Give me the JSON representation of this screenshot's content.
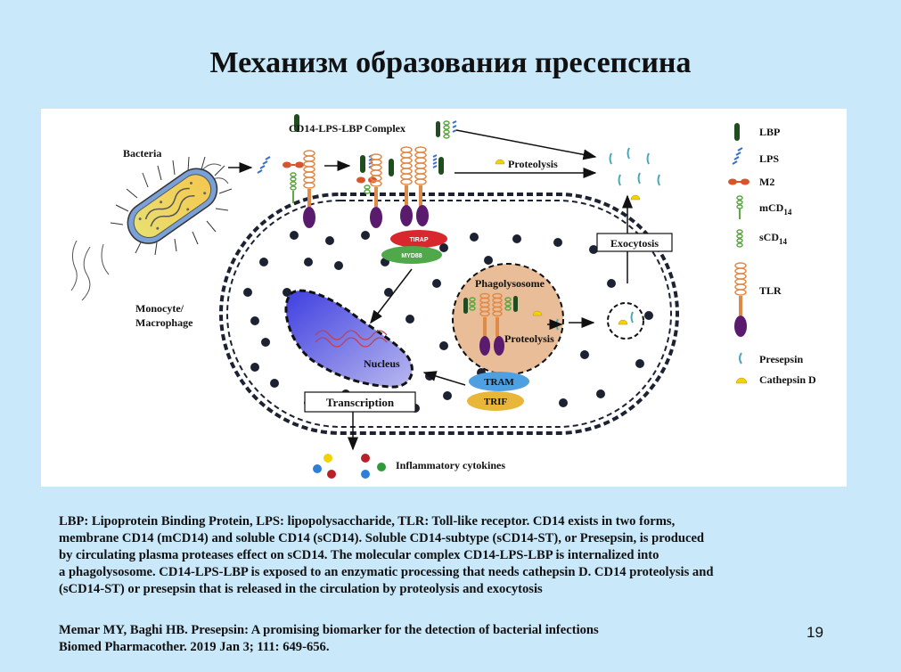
{
  "slide": {
    "title": "Механизм образования пресепсина",
    "page_number": "19"
  },
  "diagram": {
    "labels": {
      "complex": "CD14-LPS-LBP Complex",
      "bacteria": "Bacteria",
      "proteolysis_top": "Proteolysis",
      "exocytosis": "Exocytosis",
      "tirap": "TIRAP",
      "myd88": "MYD88",
      "phagolysosome": "Phagolysosome",
      "proteolysis_inner": "Proteolysis",
      "monocyte_line1": "Monocyte/",
      "monocyte_line2": "Macrophage",
      "nucleus": "Nucleus",
      "tram": "TRAM",
      "trif": "TRIF",
      "transcription": "Transcription",
      "cytokines": "Inflammatory  cytokines"
    },
    "legend": [
      {
        "id": "lbp",
        "label": "LBP",
        "sub": ""
      },
      {
        "id": "lps",
        "label": "LPS",
        "sub": ""
      },
      {
        "id": "m2",
        "label": "M2",
        "sub": ""
      },
      {
        "id": "mcd14",
        "label": "mCD",
        "sub": "14"
      },
      {
        "id": "scd14",
        "label": "sCD",
        "sub": "14"
      },
      {
        "id": "tlr",
        "label": "TLR",
        "sub": ""
      },
      {
        "id": "presepsin",
        "label": "Presepsin",
        "sub": ""
      },
      {
        "id": "cathepsin",
        "label": "Cathepsin D",
        "sub": ""
      }
    ],
    "colors": {
      "lbp": "#1f4d1f",
      "lps": "#3a6fc4",
      "m2": "#d9542b",
      "cd14": "#5fa845",
      "tlr": "#e08a4a",
      "tlr_base": "#5a1a6e",
      "presepsin": "#4aa8b8",
      "cathepsin": "#f2d200",
      "tirap": "#d8282e",
      "myd88": "#4fa84a",
      "tram": "#4fa0e0",
      "trif": "#e8b73a",
      "phagolysosome": "#e8bd97",
      "nucleus": "#6b6be0",
      "granule": "#1d2233"
    }
  },
  "caption": {
    "lines": [
      "LBP: Lipoprotein Binding Protein, LPS: lipopolysaccharide, TLR: Toll-like receptor. CD14 exists in two forms,",
      "membrane CD14  (mCD14) and soluble CD14 (sCD14). Soluble CD14-subtype (sCD14-ST), or Presepsin, is produced",
      "by circulating plasma  proteases  effect on sCD14. The molecular complex CD14-LPS-LBP is internalized into",
      "a phagolysosome. CD14-LPS-LBP  is exposed to an  enzymatic processing that needs cathepsin D. CD14 proteolysis and",
      "(sCD14-ST) or presepsin that is released in the   circulation  by proteolysis and exocytosis"
    ]
  },
  "citation": {
    "lines": [
      "Memar MY, Baghi HB. Presepsin: A promising biomarker for the detection of bacterial infections",
      "Biomed Pharmacother. 2019 Jan 3; 111: 649-656."
    ]
  }
}
